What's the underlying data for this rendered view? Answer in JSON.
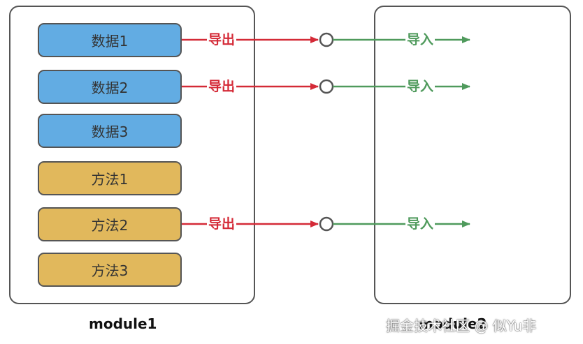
{
  "module1": {
    "label": "module1",
    "items": [
      {
        "text": "数据1",
        "kind": "data"
      },
      {
        "text": "数据2",
        "kind": "data"
      },
      {
        "text": "数据3",
        "kind": "data"
      },
      {
        "text": "方法1",
        "kind": "method"
      },
      {
        "text": "方法2",
        "kind": "method"
      },
      {
        "text": "方法3",
        "kind": "method"
      }
    ]
  },
  "module2": {
    "label": "module2"
  },
  "links": [
    {
      "export_label": "导出",
      "import_label": "导入"
    },
    {
      "export_label": "导出",
      "import_label": "导入"
    },
    {
      "export_label": "导出",
      "import_label": "导入"
    }
  ],
  "watermark": "掘金技术社区 @ 似Yu非",
  "colors": {
    "data_fill": "#62ace3",
    "method_fill": "#e1b85c",
    "export": "#d42a37",
    "import": "#4f9a5c",
    "border": "#555555"
  }
}
